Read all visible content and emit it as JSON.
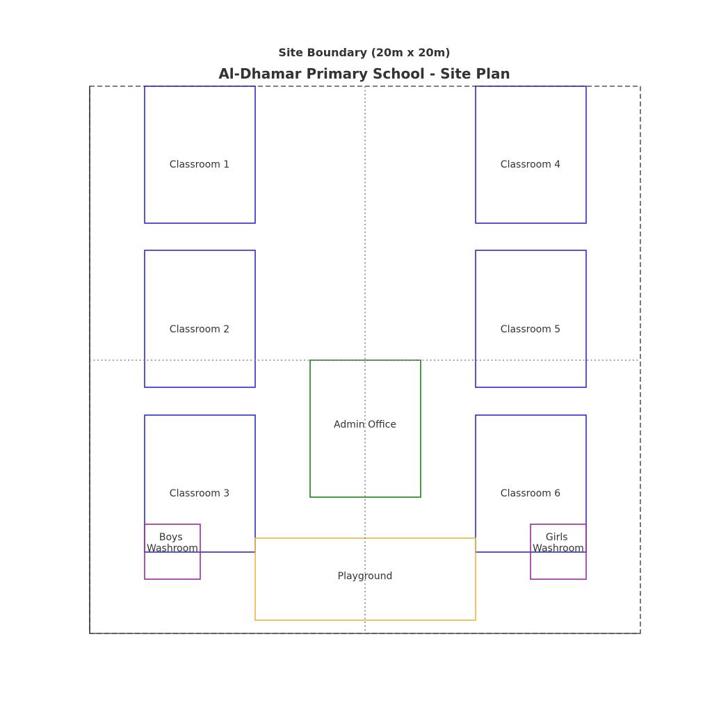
{
  "plan": {
    "boundary_label": "Site Boundary (20m x 20m)",
    "title": "Al-Dhamar Primary School - Site Plan"
  },
  "colors": {
    "classroom": "#2b2bc6",
    "admin": "#1e7d1e",
    "playground": "#f0b43c",
    "washroom": "#9b2a9b",
    "boundary": "#555555",
    "centerline": "#888888",
    "text": "#333333"
  },
  "rooms": {
    "classroom_1": {
      "label": "Classroom 1"
    },
    "classroom_2": {
      "label": "Classroom 2"
    },
    "classroom_3": {
      "label": "Classroom 3"
    },
    "classroom_4": {
      "label": "Classroom 4"
    },
    "classroom_5": {
      "label": "Classroom 5"
    },
    "classroom_6": {
      "label": "Classroom 6"
    },
    "admin_office": {
      "label": "Admin Office"
    },
    "playground": {
      "label": "Playground"
    },
    "boys_washroom": {
      "label_line1": "Boys",
      "label_line2": "Washroom"
    },
    "girls_washroom": {
      "label_line1": "Girls",
      "label_line2": "Washroom"
    }
  }
}
